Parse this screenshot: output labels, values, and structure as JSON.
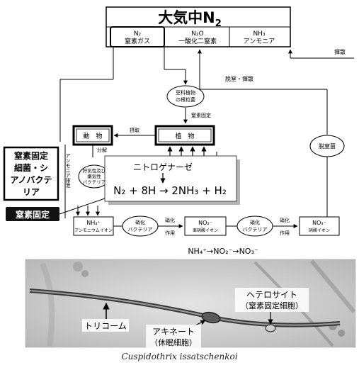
{
  "top": {
    "title": "大気中N",
    "title_sub": "2",
    "gases": [
      {
        "formula": "N₂",
        "name": "窒素ガス"
      },
      {
        "formula": "N₂O",
        "name": "一酸化二窒素"
      },
      {
        "formula": "NH₃",
        "name": "アンモニア"
      }
    ]
  },
  "labels": {
    "volatilize": "揮散",
    "denit_volatilize": "脱窒・揮散",
    "legume": [
      "豆科植物",
      "の根粒菌"
    ],
    "n_fixation_arrow": "窒素固定",
    "animals": "動　物",
    "plants": "植　物",
    "ingestion": "摂取",
    "decompose": "分解",
    "denitrifier": "脱窒菌",
    "ammonia_release": "アンモニア排泄",
    "heterotroph": [
      "好気性及び",
      "嫌気性",
      "バクテリア"
    ],
    "ammonium": [
      "NH₄⁺",
      "アンモニウムイオン"
    ],
    "nitrifier1": [
      "硝化",
      "バクテリア"
    ],
    "nitrite": [
      "NO₂⁻",
      "亜硝酸イオン"
    ],
    "nitrifier2": [
      "硝化",
      "バクテリア"
    ],
    "nitrate": [
      "NO₃⁻",
      "硝酸イオン"
    ],
    "nitrification_action": [
      "硝化",
      "作用"
    ],
    "reaction_chain": "NH₄⁺→NO₂⁻→NO₃⁻"
  },
  "callouts": {
    "cyano": [
      "窒素固定",
      "細菌・シ",
      "アノバクテ",
      "リア"
    ],
    "enzyme": "ニトロゲナーゼ",
    "equation": "N₂ + 8H → 2NH₃ + H₂",
    "n_fixation": "窒素固定"
  },
  "photo": {
    "trichome": "トリコーム",
    "akinete": [
      "アキネート",
      "（休眠細胞）"
    ],
    "heterocyst": [
      "ヘテロサイト",
      "（窒素固定細胞）"
    ]
  },
  "caption": "Cuspidothrix issatschenkoi"
}
